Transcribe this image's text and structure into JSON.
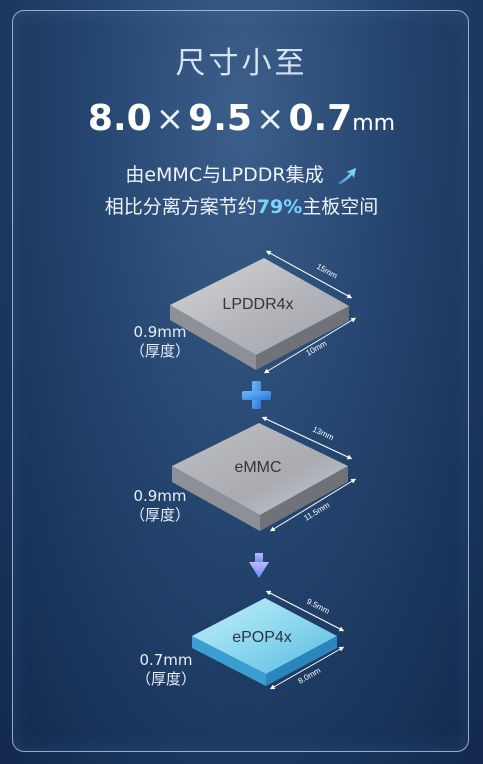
{
  "title": "尺寸小至",
  "dimensions": {
    "length": "8.0",
    "width": "9.5",
    "height": "0.7",
    "unit": "mm",
    "times": "×"
  },
  "desc": {
    "line1": "由eMMC与LPDDR集成",
    "line2_prefix": "相比分离方案节约",
    "saving": "79%",
    "line2_suffix": "主板空间"
  },
  "chips": [
    {
      "label": "LPDDR4x",
      "top_dim": "15mm",
      "side_dim": "10mm",
      "thickness": "0.9mm",
      "thickness_note": "（厚度）"
    },
    {
      "label": "eMMC",
      "top_dim": "13mm",
      "side_dim": "11.5mm",
      "thickness": "0.9mm",
      "thickness_note": "（厚度）"
    },
    {
      "label": "ePOP4x",
      "top_dim": "9.5mm",
      "side_dim": "8.0mm",
      "thickness": "0.7mm",
      "thickness_note": "（厚度）"
    }
  ],
  "operators": {
    "plus": "+",
    "result": "arrow-down"
  },
  "colors": {
    "background": "#1c3a62",
    "accent_blue": "#4f9fe8",
    "saving_highlight": "#7dd3ff",
    "chip_gray": "#b4b6bb",
    "chip_blue": "#7fd3ea"
  }
}
